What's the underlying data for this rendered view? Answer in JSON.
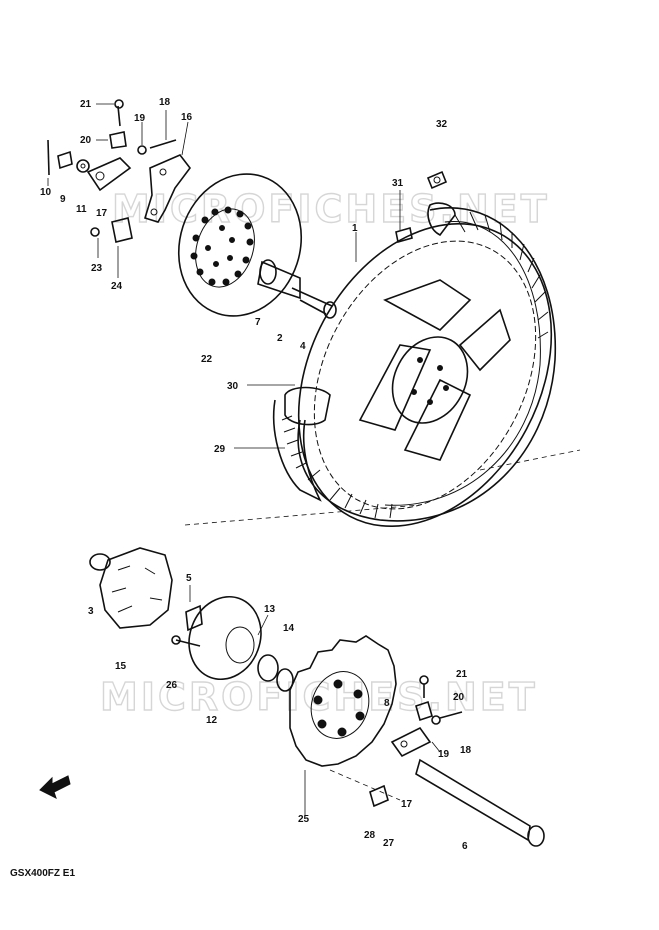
{
  "watermark": "MICROFICHES.NET",
  "model_code": "GSX400FZ  E1",
  "callouts": {
    "c21a": "21",
    "c18a": "18",
    "c19a": "19",
    "c16": "16",
    "c20a": "20",
    "c32": "32",
    "c10": "10",
    "c9": "9",
    "c11": "11",
    "c17a": "17",
    "c31": "31",
    "c1": "1",
    "c23": "23",
    "c24": "24",
    "c7": "7",
    "c2": "2",
    "c4": "4",
    "c22": "22",
    "c30": "30",
    "c29": "29",
    "c5": "5",
    "c3": "3",
    "c13": "13",
    "c14": "14",
    "c15": "15",
    "c26": "26",
    "c21b": "21",
    "c20b": "20",
    "c8": "8",
    "c12": "12",
    "c19b": "19",
    "c18b": "18",
    "c25": "25",
    "c17b": "17",
    "c28": "28",
    "c27": "27",
    "c6": "6"
  }
}
